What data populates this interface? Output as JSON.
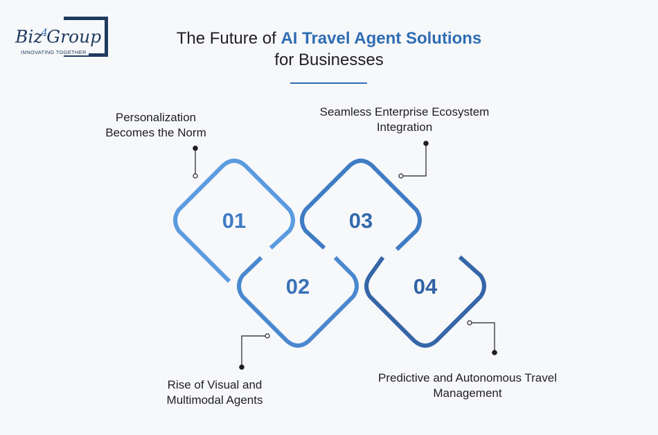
{
  "logo": {
    "brand_a": "Biz",
    "brand_digit": "4",
    "brand_b": "Group",
    "tagline": "INNOVATING TOGETHER"
  },
  "title": {
    "line1_plain": "The Future of ",
    "line1_highlight": "AI Travel Agent Solutions",
    "line2": "for Businesses"
  },
  "steps": [
    {
      "number": "01",
      "label_line1": "Personalization",
      "label_line2": "Becomes the Norm"
    },
    {
      "number": "02",
      "label_line1": "Rise of Visual and",
      "label_line2": "Multimodal Agents"
    },
    {
      "number": "03",
      "label_line1": "Seamless Enterprise Ecosystem",
      "label_line2": "Integration"
    },
    {
      "number": "04",
      "label_line1": "Predictive and Autonomous Travel",
      "label_line2": "Management"
    }
  ],
  "colors": {
    "accent": "#2f6db3",
    "light_blue": "#5b9be0",
    "mid_blue": "#3f7cc4",
    "dark_blue": "#3566a8",
    "text": "#1e1e24",
    "logo_navy": "#1f3a5f"
  }
}
